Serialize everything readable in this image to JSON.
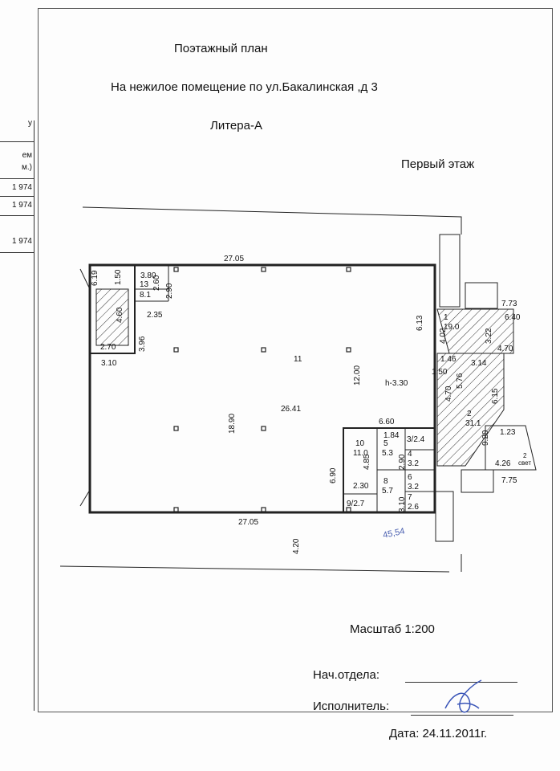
{
  "header": {
    "title": "Поэтажный план",
    "subtitle": "На нежилое помещение по ул.Бакалинская ,д 3",
    "litera": "Литера-А",
    "floor": "Первый этаж"
  },
  "sidebar": {
    "fragment_top": "у",
    "fragment_head1": "ем",
    "fragment_head2": "м.)",
    "rows": [
      "1 974",
      "1 974",
      "1 974"
    ]
  },
  "plan": {
    "dims": {
      "top_width": "27.05",
      "bottom_width": "27.05",
      "outer_offset": "4.20",
      "left_h1": "6.19",
      "w380": "3.80",
      "h150": "1.50",
      "h260": "2.60",
      "h290": "2.90",
      "w235": "2.35",
      "h460": "4.60",
      "w270": "2.70",
      "h396": "3.96",
      "w310": "3.10",
      "h1890": "18.90",
      "h1200": "12.00",
      "h613": "6.13",
      "w773": "7.73",
      "w640": "6.40",
      "h402": "4.02",
      "h322": "3.22",
      "w470a": "4.70",
      "w146": "1.46",
      "w150": "1.50",
      "w314": "3.14",
      "h576": "5.76",
      "h470": "4.70",
      "h615": "6.15",
      "h920": "9.20",
      "w123": "1.23",
      "w426": "4.26",
      "w775": "7.75",
      "w660": "6.60",
      "w184": "1.84",
      "h485": "4.85",
      "h290b": "2.90",
      "h690": "6.90",
      "w230": "2.30",
      "h310": "3.10",
      "height": "h-3.30"
    },
    "rooms": {
      "r1_num": "1",
      "r1_area": "19.0",
      "r2_num": "2",
      "r2_area": "31.1",
      "r2_svet": "2",
      "svet": "свет",
      "r3": "3/2.4",
      "r4_num": "4",
      "r4_area": "3.2",
      "r5_num": "5",
      "r5_area": "5.3",
      "r6_num": "6",
      "r6_area": "3.2",
      "r7_num": "7",
      "r7_area": "2.6",
      "r8_num": "8",
      "r8_area": "5.7",
      "r9": "9/2.7",
      "r10_num": "10",
      "r10_area": "11.0",
      "r11_num": "11",
      "r11_area": "26.41",
      "r13_num": "13",
      "r13_area": "8.1"
    },
    "handwritten_note": "45,54"
  },
  "footer": {
    "scale": "Масштаб 1:200",
    "head_label": "Нач.отдела:",
    "executor_label": "Исполнитель:",
    "date": "Дата: 24.11.2011г."
  }
}
